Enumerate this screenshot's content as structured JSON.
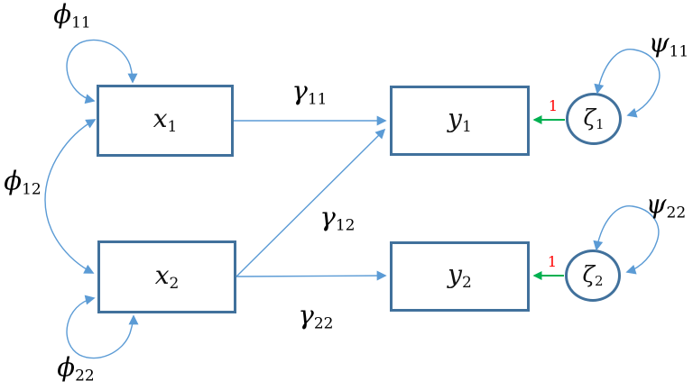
{
  "colors": {
    "node_border": "#41719C",
    "connector_blue": "#5B9BD5",
    "connector_green": "#00B050",
    "fixed_value_red": "#FF0000"
  },
  "nodes": {
    "x1": {
      "glyph": "x",
      "sub": "1"
    },
    "x2": {
      "glyph": "x",
      "sub": "2"
    },
    "y1": {
      "glyph": "y",
      "sub": "1"
    },
    "y2": {
      "glyph": "y",
      "sub": "2"
    },
    "zeta1": {
      "glyph": "ζ",
      "sub": "1"
    },
    "zeta2": {
      "glyph": "ζ",
      "sub": "2"
    }
  },
  "edge_labels": {
    "phi11": {
      "glyph": "ϕ",
      "sub": "11"
    },
    "phi12": {
      "glyph": "ϕ",
      "sub": "12"
    },
    "phi22": {
      "glyph": "ϕ",
      "sub": "22"
    },
    "gamma11": {
      "glyph": "γ",
      "sub": "11"
    },
    "gamma12": {
      "glyph": "γ",
      "sub": "12"
    },
    "gamma22": {
      "glyph": "γ",
      "sub": "22"
    },
    "psi11": {
      "glyph": "ψ",
      "sub": "11"
    },
    "psi22": {
      "glyph": "ψ",
      "sub": "22"
    }
  },
  "fixed_loadings": {
    "zeta1_to_y1": "1",
    "zeta2_to_y2": "1"
  }
}
